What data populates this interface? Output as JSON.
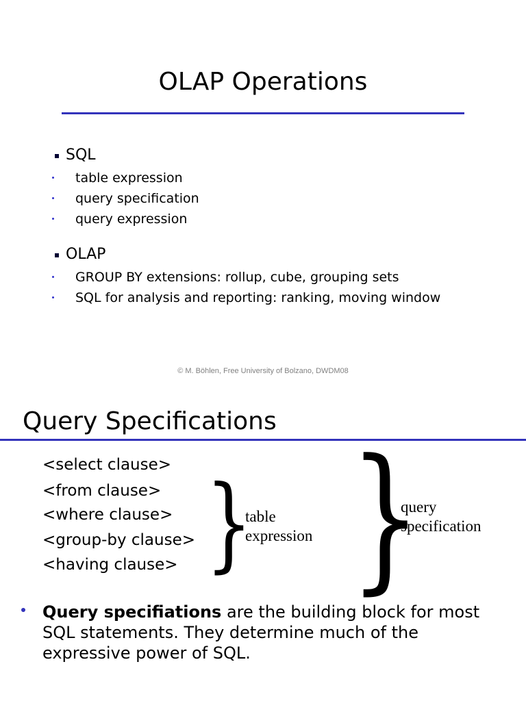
{
  "slide1": {
    "title": "OLAP Operations",
    "sections": [
      {
        "heading": "SQL",
        "items": [
          "table expression",
          "query specification",
          "query expression"
        ]
      },
      {
        "heading": "OLAP",
        "items": [
          "GROUP BY extensions: rollup, cube, grouping sets",
          "SQL for analysis and reporting: ranking, moving window"
        ]
      }
    ],
    "footer": "© M. Böhlen, Free University of Bolzano, DWDM08"
  },
  "slide2": {
    "title": "Query Specifications",
    "clauses": [
      "<select clause>",
      "<from clause>",
      "<where clause>",
      "<group-by clause>",
      "<having clause>"
    ],
    "brace_small_label": [
      "table",
      "expression"
    ],
    "brace_big_label": [
      "query",
      "specification"
    ],
    "paragraph_bold": "Query specifiations",
    "paragraph_rest": " are the building block for most SQL statements. They determine much of the expressive power of SQL."
  },
  "colors": {
    "accent": "#3333bb",
    "footer": "#808080"
  }
}
